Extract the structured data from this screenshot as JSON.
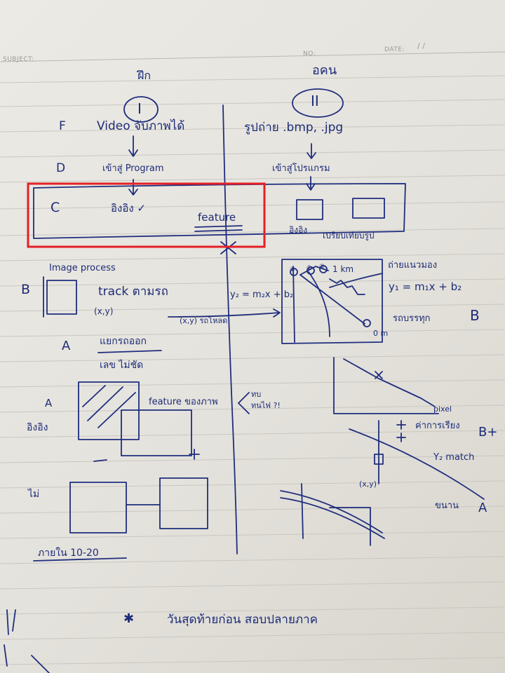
{
  "header": {
    "subject_label": "SUBJECT:",
    "no_label": "NO:",
    "date_label": "DATE:",
    "date_value": "/     /"
  },
  "columns": {
    "left_heading": "ฝึก",
    "left_numeral": "I",
    "right_heading": "อคน",
    "right_numeral": "II"
  },
  "rows": {
    "f": {
      "label": "F",
      "left_text": "Video จับภาพได้",
      "right_text": "รูปถ่าย .bmp, .jpg"
    },
    "d": {
      "label": "D",
      "left_text": "เข้าสู่ Program",
      "right_text": "เข้าสู่โปรแกรม"
    },
    "c": {
      "label": "C",
      "left_text": "อิงอิง ✓",
      "left_feature": "feature",
      "right_text": "อิงอิง",
      "right_note": "เปรียบเทียบรูป"
    }
  },
  "row_b": {
    "label": "B",
    "note_top": "Image process",
    "track_text": "track ตามรถ",
    "xy_note": "(x,y)",
    "xy_arrow_text": "(x,y) รถโหลด",
    "eq_left": "y₂ = m₂x + b₂",
    "eq_right": "y₁ = m₁x + b₂",
    "top_note": "ถ่ายแนวมอง",
    "right_note": "รถบรรทุก",
    "right_label": "B",
    "distance": "1 km",
    "points": [
      "①",
      "②",
      "③",
      "0 m"
    ]
  },
  "row_a": {
    "label": "A",
    "text1": "แยกรถออก",
    "text2": "เลข ไม่ชัด",
    "second_label": "A",
    "second_note": "อิงอิง",
    "feature_text": "feature ของภาพ",
    "question_note": "ทบ ทนไฟ ?!",
    "pixel_label": "pixel",
    "bottom_label": "ไม่"
  },
  "right_bottom": {
    "note1": "ค่าการเรียง",
    "label_b": "B+",
    "note2": "Y₂ match",
    "xy_label": "(x,y)",
    "note3": "ขนาน",
    "label_a": "A"
  },
  "footer": {
    "schedule": "ภายใน 10-20",
    "deadline": "วันสุดท้ายก่อน สอบปลายภาค"
  },
  "highlight": {
    "color": "#e51f26"
  }
}
